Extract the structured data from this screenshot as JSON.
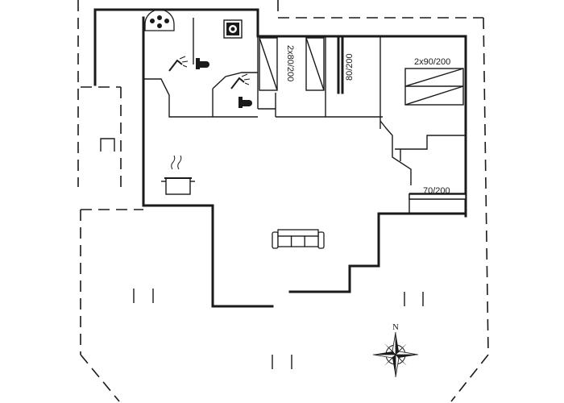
{
  "rooms": {
    "bedroom_1_label": "2x80/200",
    "bedroom_2_label": "80/200",
    "bedroom_3_label": "2x90/200",
    "bedroom_4_label": "70/200"
  },
  "compass": {
    "north_label": "N"
  },
  "icons": {
    "hob": "hob-icon",
    "washing_machine": "washing-machine-icon",
    "shower_1": "shower-icon",
    "toilet_1": "toilet-icon",
    "shower_2": "shower-icon",
    "toilet_2": "toilet-icon",
    "cooking_pot": "cooking-pot-icon",
    "sofa": "sofa-icon",
    "compass_rose": "compass-rose-icon"
  }
}
